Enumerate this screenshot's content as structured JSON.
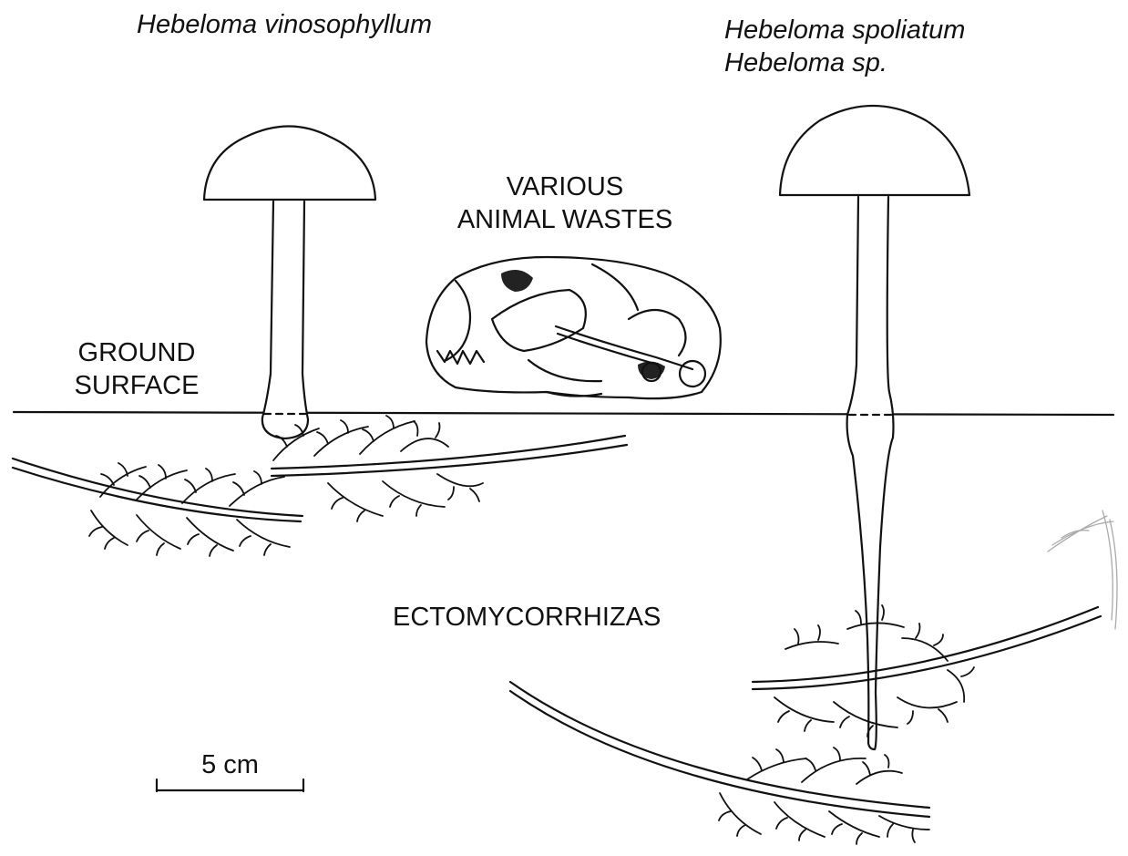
{
  "labels": {
    "species_left": "Hebeloma vinosophyllum",
    "species_right_1": "Hebeloma spoliatum",
    "species_right_2": "Hebeloma sp.",
    "wastes_1": "VARIOUS",
    "wastes_2": "ANIMAL WASTES",
    "ground_1": "GROUND",
    "ground_2": "SURFACE",
    "ecto": "ECTOMYCORRHIZAS",
    "scale": "5 cm"
  }
}
